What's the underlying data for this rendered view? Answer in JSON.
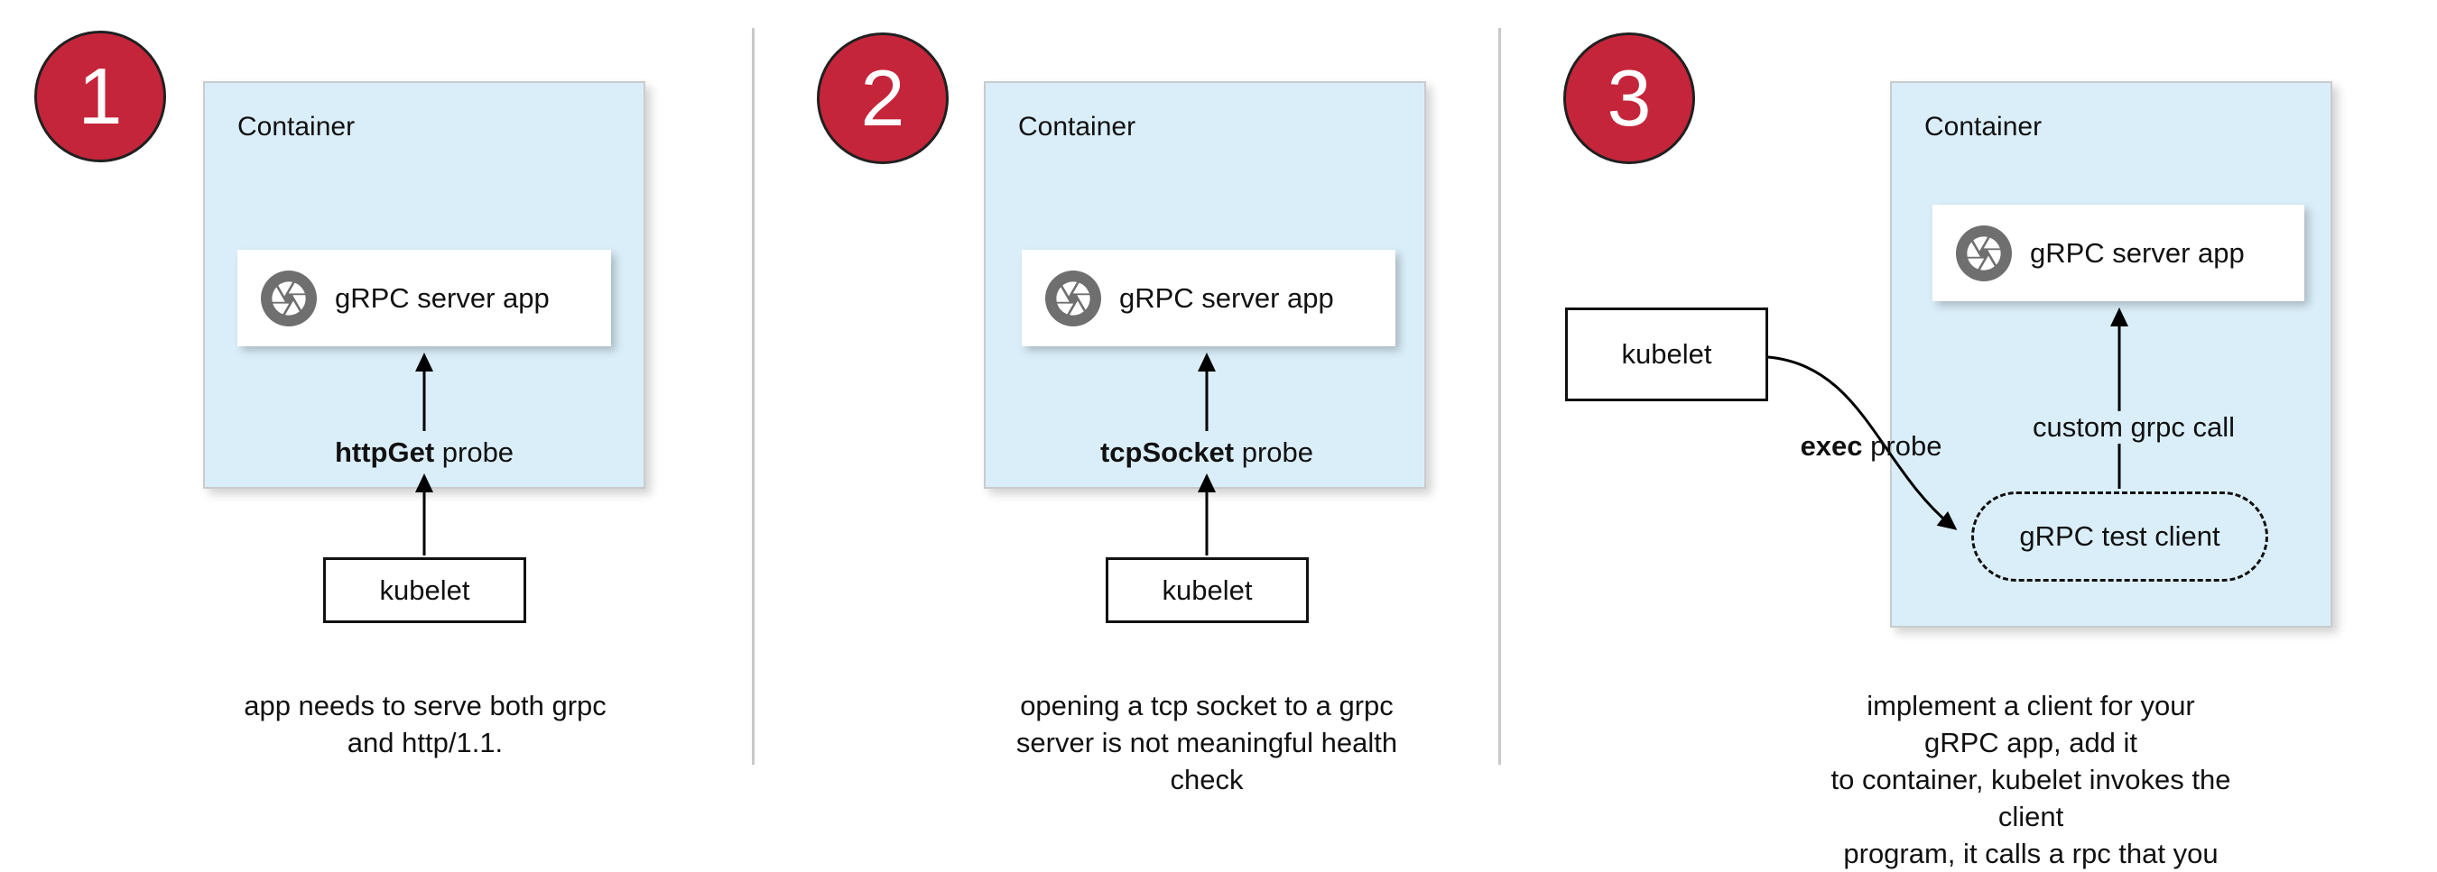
{
  "panels": [
    {
      "number": "1",
      "container_label": "Container",
      "app_box": {
        "label": "gRPC server app",
        "icon": "aperture-icon"
      },
      "probe": {
        "bold": "httpGet",
        "rest": " probe"
      },
      "kubelet_label": "kubelet",
      "caption": "app needs to serve both grpc\nand http/1.1."
    },
    {
      "number": "2",
      "container_label": "Container",
      "app_box": {
        "label": "gRPC server app",
        "icon": "aperture-icon"
      },
      "probe": {
        "bold": "tcpSocket",
        "rest": " probe"
      },
      "kubelet_label": "kubelet",
      "caption": "opening a tcp socket to a grpc\nserver is not meaningful health\ncheck"
    },
    {
      "number": "3",
      "container_label": "Container",
      "app_box": {
        "label": "gRPC server app",
        "icon": "aperture-icon"
      },
      "probe": {
        "bold": "exec",
        "rest": " probe"
      },
      "kubelet_label": "kubelet",
      "test_client_label": "gRPC test client",
      "arrow_label": "custom grpc call",
      "caption": "implement a client for your gRPC app, add it\nto container, kubelet invokes the client\nprogram, it calls a rpc that you implement"
    }
  ],
  "colors": {
    "badge_fill": "#c5253a",
    "container_fill": "#daeef9",
    "icon_gray": "#6f6f6f",
    "arrow": "#000000",
    "divider": "#c9c9c9"
  }
}
